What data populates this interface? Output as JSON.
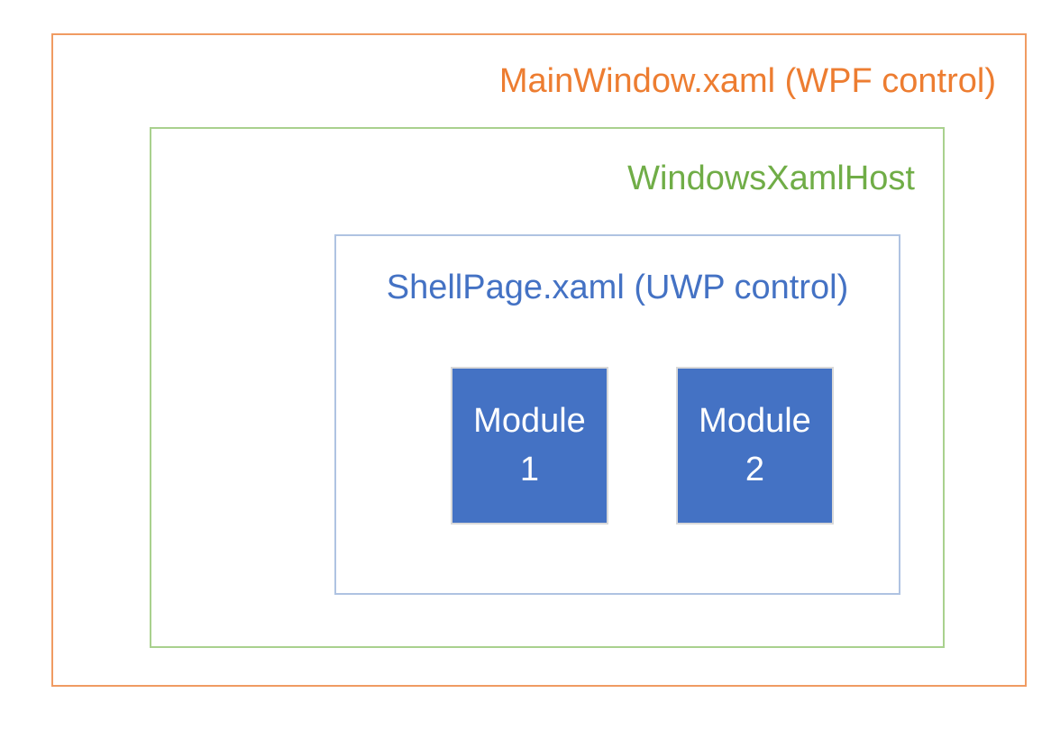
{
  "diagram": {
    "background_color": "#FFFFFF",
    "outer_box": {
      "label": "MainWindow.xaml (WPF control)",
      "text_color": "#ED7D31",
      "border_color": "#F09B62"
    },
    "host_box": {
      "label": "WindowsXamlHost",
      "text_color": "#70AD47",
      "border_color": "#A9D18E"
    },
    "shell_box": {
      "label": "ShellPage.xaml (UWP control)",
      "text_color": "#4472C4",
      "border_color": "#AFC3E2"
    },
    "modules": [
      {
        "line1": "Module",
        "line2": "1"
      },
      {
        "line1": "Module",
        "line2": "2"
      }
    ],
    "module_style": {
      "fill_color": "#4472C4",
      "text_color": "#FFFFFF",
      "border_color": "#D9D9D9"
    }
  }
}
